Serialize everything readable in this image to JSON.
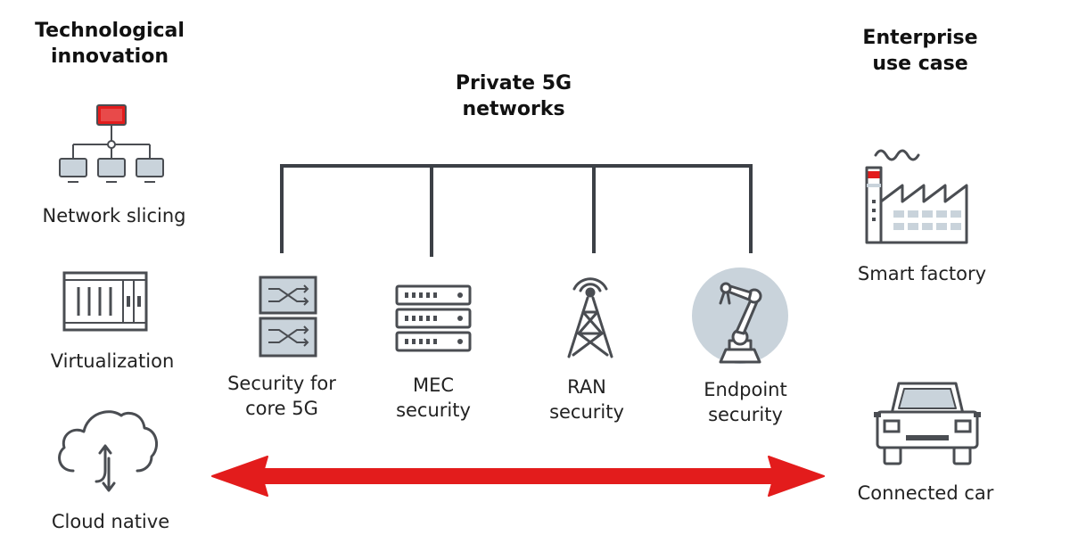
{
  "colors": {
    "accent": "#e31c1c",
    "line": "#3c4046",
    "icon_fill": "#c9d3db",
    "stroke": "#4a4d52"
  },
  "left": {
    "heading": [
      "Technological",
      "innovation"
    ],
    "items": [
      {
        "icon": "network-slicing-icon",
        "label": "Network slicing"
      },
      {
        "icon": "container-icon",
        "label": "Virtualization"
      },
      {
        "icon": "cloud-sync-icon",
        "label": "Cloud native"
      }
    ]
  },
  "center": {
    "heading": [
      "Private 5G",
      "networks"
    ],
    "items": [
      {
        "icon": "core-switch-icon",
        "label": [
          "Security for",
          "core 5G"
        ]
      },
      {
        "icon": "server-rack-icon",
        "label": [
          "MEC",
          "security"
        ]
      },
      {
        "icon": "cell-tower-icon",
        "label": [
          "RAN",
          "security"
        ]
      },
      {
        "icon": "robot-arm-icon",
        "label": [
          "Endpoint",
          "security"
        ]
      }
    ]
  },
  "right": {
    "heading": [
      "Enterprise",
      "use case"
    ],
    "items": [
      {
        "icon": "factory-icon",
        "label": "Smart factory"
      },
      {
        "icon": "car-icon",
        "label": "Connected car"
      }
    ]
  }
}
